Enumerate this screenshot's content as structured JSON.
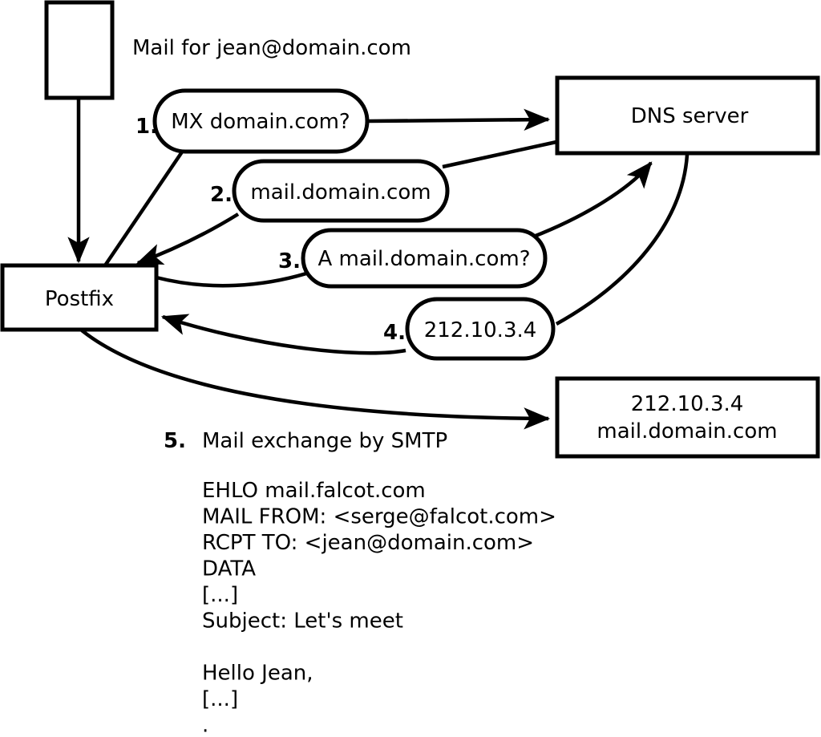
{
  "colors": {
    "background": "#ffffff",
    "stroke": "#000000"
  },
  "note": {
    "mail_for": "Mail for jean@domain.com"
  },
  "nodes": {
    "postfix": {
      "label": "Postfix"
    },
    "dns": {
      "label": "DNS server"
    },
    "mailserver": {
      "ip": "212.10.3.4",
      "host": "mail.domain.com"
    }
  },
  "steps": [
    {
      "num": "1.",
      "label": "MX domain.com?"
    },
    {
      "num": "2.",
      "label": "mail.domain.com"
    },
    {
      "num": "3.",
      "label": "A mail.domain.com?"
    },
    {
      "num": "4.",
      "label": "212.10.3.4"
    },
    {
      "num": "5.",
      "label": "Mail exchange by SMTP"
    }
  ],
  "smtp": {
    "lines": [
      "EHLO mail.falcot.com",
      "MAIL FROM: <serge@falcot.com>",
      "RCPT TO: <jean@domain.com>",
      "DATA",
      "[...]",
      "Subject: Let's meet",
      "",
      "Hello Jean,",
      "[...]",
      "."
    ]
  }
}
